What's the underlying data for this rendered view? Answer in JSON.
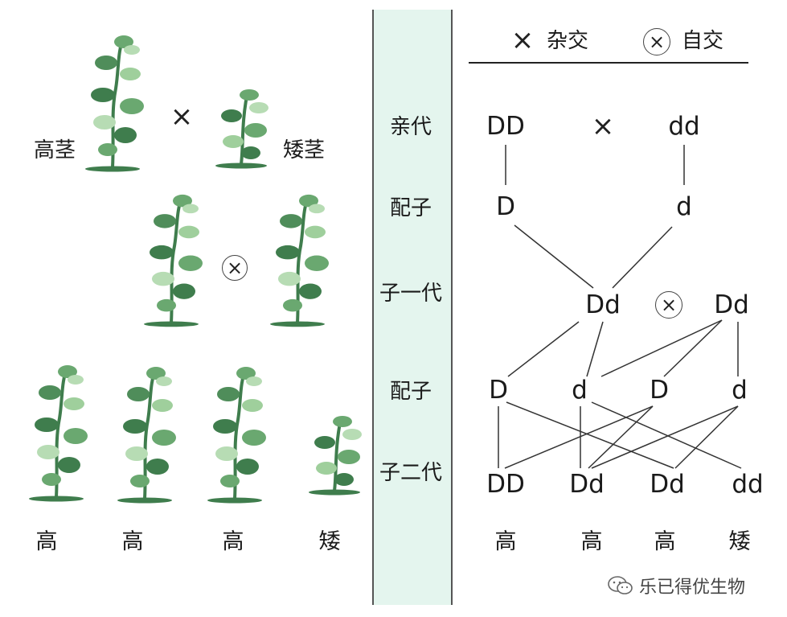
{
  "legend": {
    "cross_symbol": "×",
    "cross_label": "杂交",
    "self_symbol": "×",
    "self_label": "自交"
  },
  "left_panel": {
    "parent_tall_label": "高茎",
    "parent_short_label": "矮茎",
    "cross_symbol": "×",
    "self_symbol": "×",
    "f2_labels": [
      "高",
      "高",
      "高",
      "矮"
    ]
  },
  "generations": [
    "亲代",
    "配子",
    "子一代",
    "配子",
    "子二代"
  ],
  "genetics": {
    "parents": [
      "DD",
      "dd"
    ],
    "cross_symbol": "×",
    "parent_gametes": [
      "D",
      "d"
    ],
    "f1": [
      "Dd",
      "Dd"
    ],
    "self_symbol": "×",
    "f1_gametes": [
      "D",
      "d",
      "D",
      "d"
    ],
    "f2": [
      "DD",
      "Dd",
      "Dd",
      "dd"
    ],
    "f2_phenotypes": [
      "高",
      "高",
      "高",
      "矮"
    ]
  },
  "watermark": {
    "icon": "wechat-icon",
    "text": "乐已得优生物"
  },
  "colors": {
    "plant_dark": "#3f7d4d",
    "plant_light": "#9fcf9c",
    "band": "#e4f5ee"
  }
}
